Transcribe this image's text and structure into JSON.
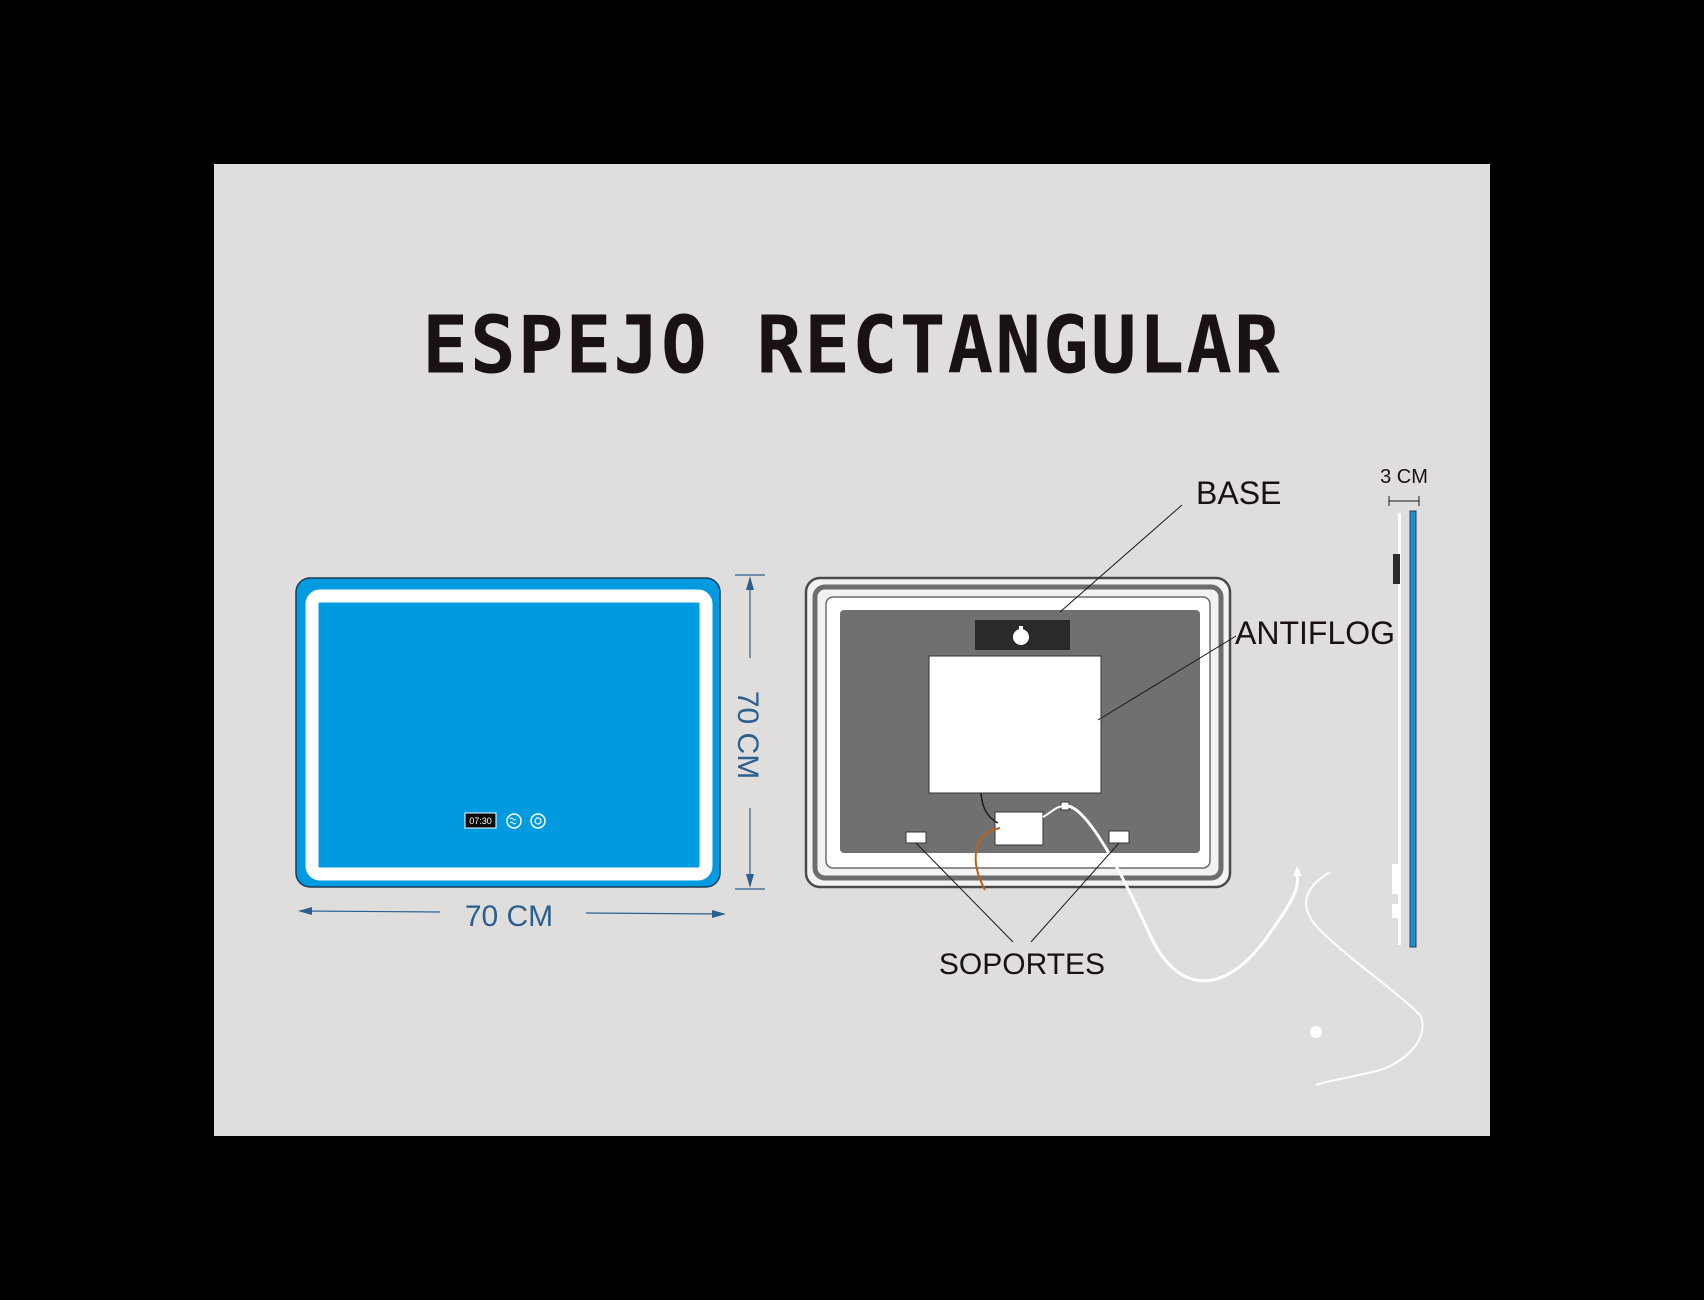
{
  "title": "ESPEJO RECTANGULAR",
  "front_view": {
    "width_label": "70 CM",
    "height_label": "70 CM",
    "clock_display": "07:30"
  },
  "back_view": {
    "labels": {
      "base": "BASE",
      "antifog": "ANTIFLOG",
      "supports": "SOPORTES"
    }
  },
  "side_view": {
    "depth_label": "3 CM"
  },
  "colors": {
    "mirror_blue": "#009ae0",
    "frame_white": "#ffffff",
    "back_gray": "#717070",
    "dimension_blue": "#2b5f8e",
    "background": "#dfdedd"
  }
}
